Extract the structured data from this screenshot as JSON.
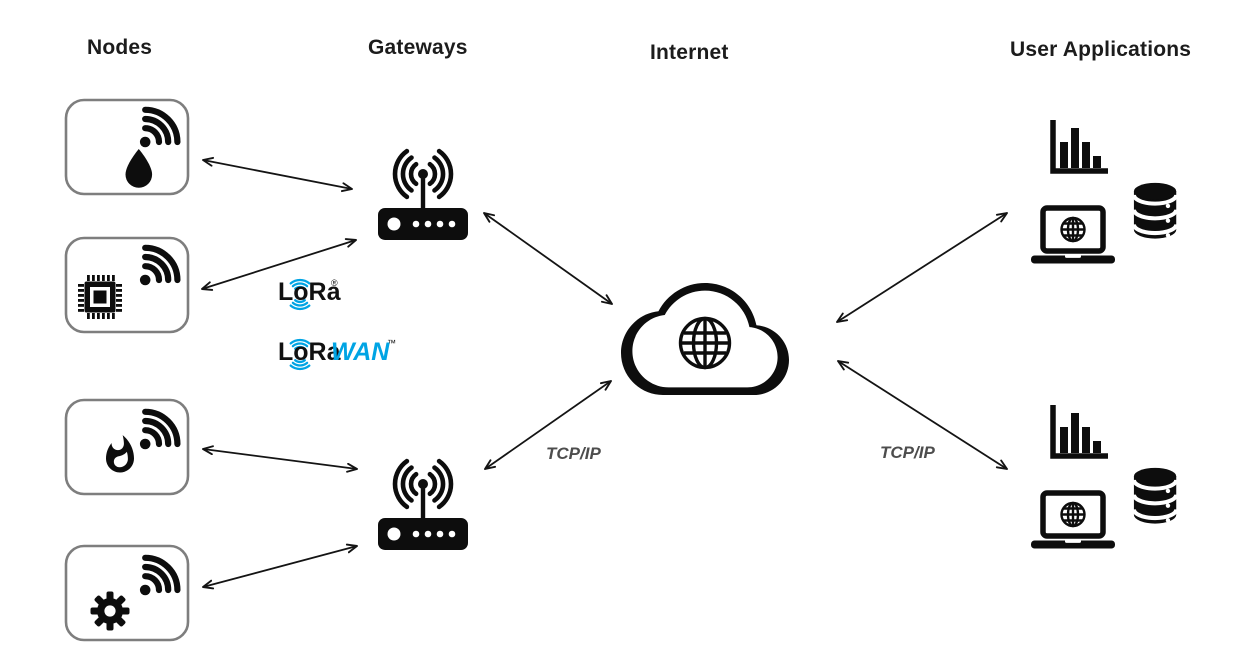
{
  "headers": {
    "nodes": "Nodes",
    "gateways": "Gateways",
    "internet": "Internet",
    "user_applications": "User Applications"
  },
  "nodes": [
    {
      "icon": "water-drop-icon",
      "radio": "wifi-signal-icon"
    },
    {
      "icon": "chip-icon",
      "radio": "wifi-signal-icon"
    },
    {
      "icon": "fire-icon",
      "radio": "wifi-signal-icon"
    },
    {
      "icon": "gear-icon",
      "radio": "wifi-signal-icon"
    }
  ],
  "gateways": [
    {
      "icon": "router-antenna-icon"
    },
    {
      "icon": "router-antenna-icon"
    }
  ],
  "internet": {
    "icon": "cloud-globe-icon"
  },
  "user_applications": [
    {
      "icons": [
        "bar-chart-icon",
        "database-icon",
        "laptop-globe-icon"
      ]
    },
    {
      "icons": [
        "bar-chart-icon",
        "database-icon",
        "laptop-globe-icon"
      ]
    }
  ],
  "labels": {
    "tcp_ip_left": "TCP/IP",
    "tcp_ip_right": "TCP/IP"
  },
  "logos": {
    "lora": {
      "text": "LoRa",
      "mark": "®"
    },
    "lorawan": {
      "black": "LoRa",
      "blue": "WAN",
      "mark": "™"
    }
  },
  "colors": {
    "ink": "#0d0d0d",
    "box_border": "#7e7e7e",
    "lora_blue": "#00A4E4",
    "tcp_label": "#4d4d4d"
  }
}
